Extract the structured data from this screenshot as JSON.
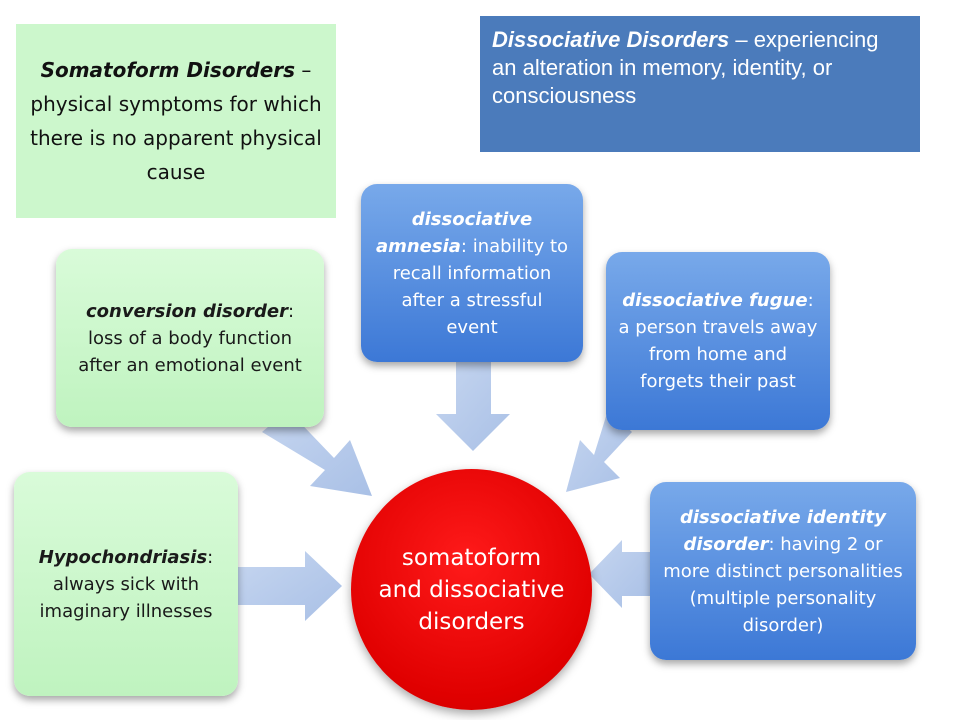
{
  "notes": {
    "somatoform": {
      "term": "Somatoform Disorders",
      "definition": " – physical symptoms for which there is no apparent physical cause"
    },
    "dissociative": {
      "term": "Dissociative Disorders",
      "definition": " – experiencing an alteration in memory, identity, or consciousness"
    }
  },
  "center": {
    "label": "somatoform and dissociative disorders",
    "color": "#e60000"
  },
  "nodes": {
    "hypochondriasis": {
      "term": "Hypochondriasis",
      "definition": ": always sick with imaginary illnesses"
    },
    "conversion": {
      "term": "conversion disorder",
      "definition": ": loss of a body function after an emotional event"
    },
    "amnesia": {
      "term": "dissociative amnesia",
      "definition": ": inability to recall information after a stressful event"
    },
    "fugue": {
      "term": "dissociative fugue",
      "definition": ": a person travels away from home and forgets their past"
    },
    "identity": {
      "term": "dissociative identity disorder",
      "definition": ": having 2 or more distinct personalities (multiple personality disorder)"
    }
  },
  "colors": {
    "green_card": "#ccf7cc",
    "blue_card": "#4a86dc",
    "blue_note": "#4b7bbb",
    "arrow": "#b3c8ea"
  }
}
